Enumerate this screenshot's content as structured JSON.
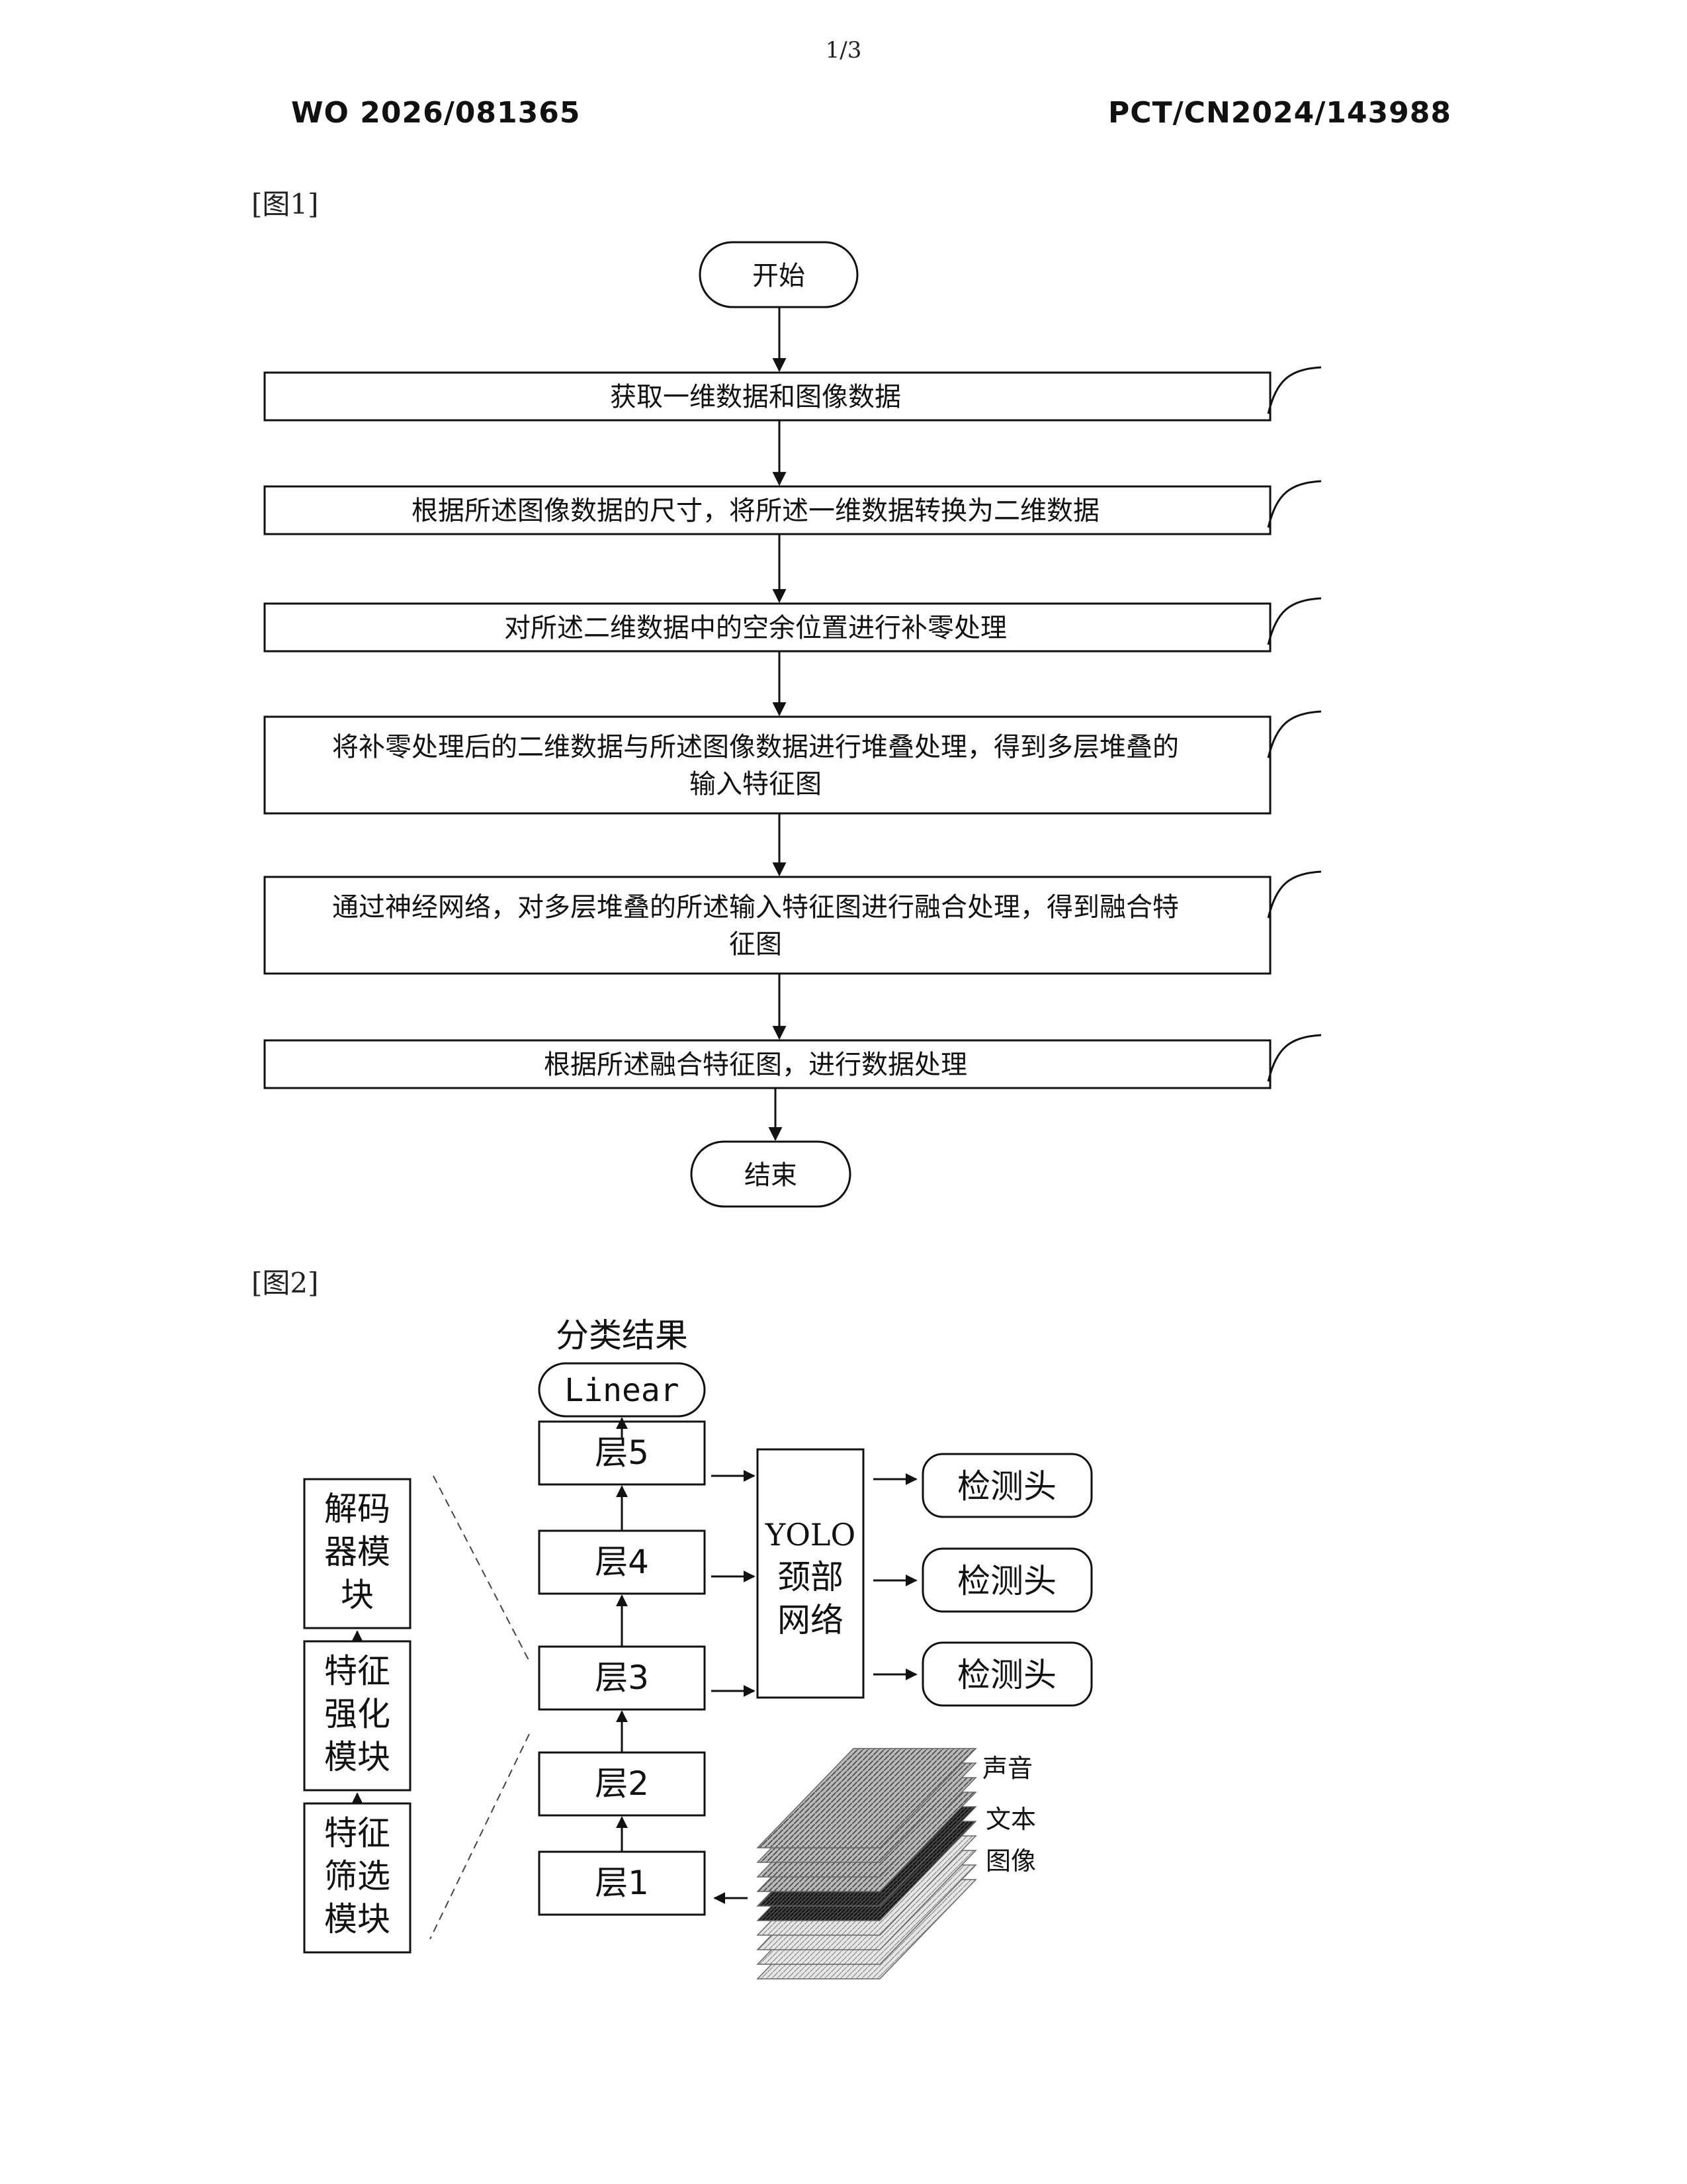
{
  "header": {
    "page_number": "1/3",
    "publication_number": "WO 2026/081365",
    "application_number": "PCT/CN2024/143988"
  },
  "figure1": {
    "label": "[图1]",
    "start": "开始",
    "end": "结束",
    "steps": [
      {
        "lines": [
          "获取一维数据和图像数据"
        ]
      },
      {
        "lines": [
          "根据所述图像数据的尺寸，将所述一维数据转换为二维数据"
        ]
      },
      {
        "lines": [
          "对所述二维数据中的空余位置进行补零处理"
        ]
      },
      {
        "lines": [
          "将补零处理后的二维数据与所述图像数据进行堆叠处理，得到多层堆叠的",
          "输入特征图"
        ]
      },
      {
        "lines": [
          "通过神经网络，对多层堆叠的所述输入特征图进行融合处理，得到融合特",
          "征图"
        ]
      },
      {
        "lines": [
          "根据所述融合特征图，进行数据处理"
        ]
      }
    ]
  },
  "figure2": {
    "label": "[图2]",
    "classification_result": "分类结果",
    "linear": "Linear",
    "layers": [
      "层1",
      "层2",
      "层3",
      "层4",
      "层5"
    ],
    "modules": [
      {
        "lines": [
          "解码",
          "器模",
          "块"
        ]
      },
      {
        "lines": [
          "特征",
          "强化",
          "模块"
        ]
      },
      {
        "lines": [
          "特征",
          "筛选",
          "模块"
        ]
      }
    ],
    "yolo_neck": {
      "lines": [
        "YOLO",
        "颈部",
        "网络"
      ]
    },
    "detection_heads": [
      "检测头",
      "检测头",
      "检测头"
    ],
    "stack_labels": [
      "声音",
      "文本",
      "图像"
    ]
  }
}
